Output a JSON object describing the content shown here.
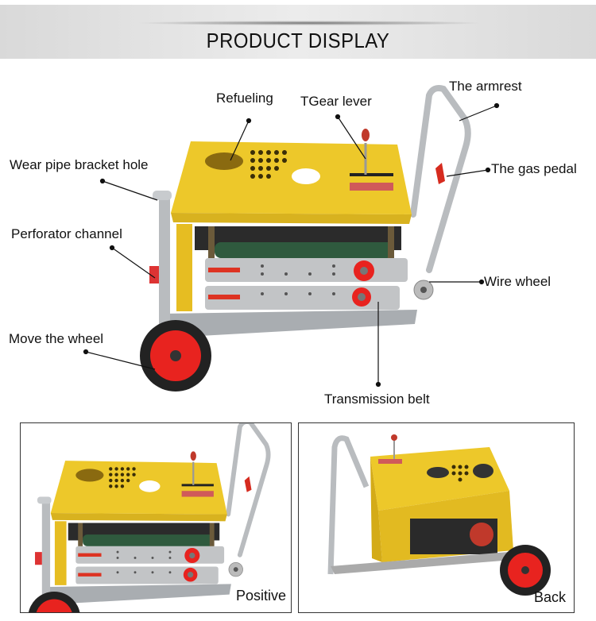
{
  "header": {
    "title": "PRODUCT DISPLAY"
  },
  "callouts": {
    "armrest": "The armrest",
    "refueling": "Refueling",
    "gear_lever": "TGear lever",
    "pipe_bracket": "Wear pipe bracket hole",
    "gas_pedal": "The gas pedal",
    "perforator": "Perforator channel",
    "wire_wheel": "Wire wheel",
    "move_wheel": "Move the wheel",
    "belt": "Transmission belt"
  },
  "views": [
    {
      "label": "Positive"
    },
    {
      "label": "Back"
    }
  ],
  "colors": {
    "body": "#e8c227",
    "wheel": "#e8231f",
    "frame": "#b9bcbf"
  }
}
